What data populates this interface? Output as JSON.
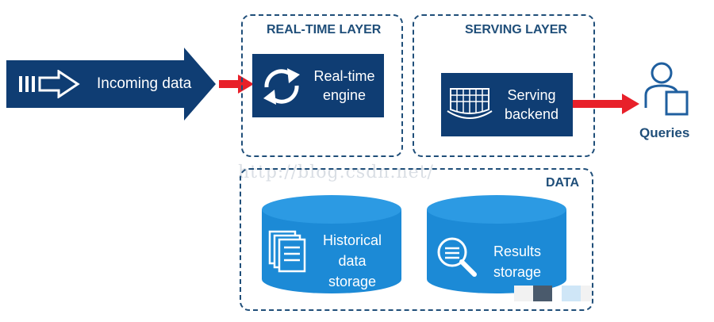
{
  "incoming": {
    "label": "Incoming data",
    "icon": "input-arrow-icon"
  },
  "realtime_layer": {
    "title": "REAL-TIME LAYER",
    "engine": {
      "label": "Real-time\nengine",
      "icon": "refresh-cycle-icon"
    }
  },
  "serving_layer": {
    "title": "SERVING LAYER",
    "backend": {
      "label": "Serving\nbackend",
      "icon": "grid-surface-icon"
    }
  },
  "queries": {
    "label": "Queries",
    "icon": "user-document-icon"
  },
  "data_layer": {
    "title": "DATA",
    "historical": {
      "label": "Historical\ndata\nstorage",
      "icon": "stacked-documents-icon"
    },
    "results": {
      "label": "Results\nstorage",
      "icon": "magnifier-icon"
    }
  },
  "watermark": "http://blog.csdn.net/",
  "colors": {
    "navy": "#0f3d73",
    "title_blue": "#1f4e79",
    "cylinder": "#1c8ad6",
    "cylinder_top": "#2c9ae3",
    "arrow_red": "#e8202a"
  }
}
